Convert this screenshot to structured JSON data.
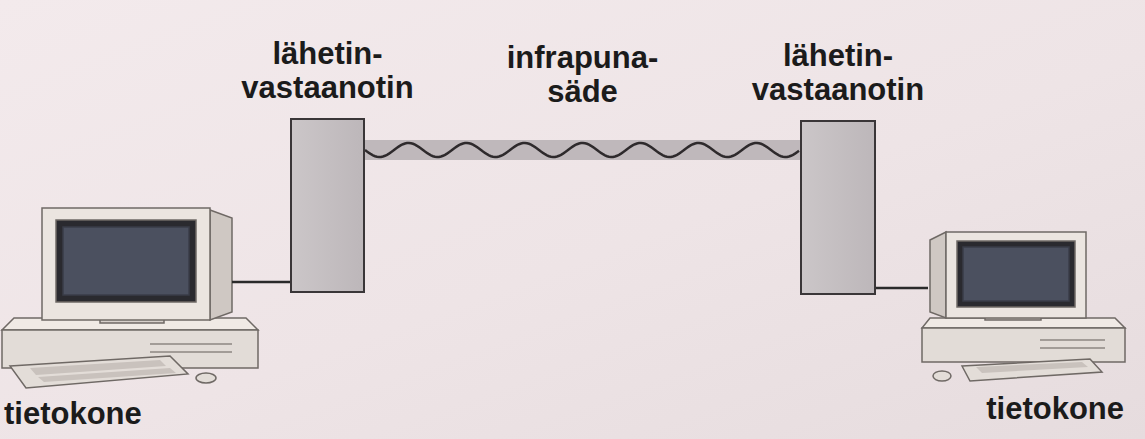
{
  "diagram": {
    "nodes": [
      {
        "text": [
          "tietokone"
        ]
      },
      {
        "text": [
          "lähetin- vastaanotin"
        ]
      },
      {
        "text": [
          "lähetin- vastaanotin"
        ]
      },
      {
        "text": [
          "tietokone"
        ]
      }
    ],
    "edges": [
      {
        "from": 0,
        "to": 1,
        "arrow": "none"
      },
      {
        "from": 1,
        "to": 2,
        "arrow": "none",
        "label": "infrapuna- säde"
      },
      {
        "from": 2,
        "to": 3,
        "arrow": "none"
      }
    ]
  }
}
